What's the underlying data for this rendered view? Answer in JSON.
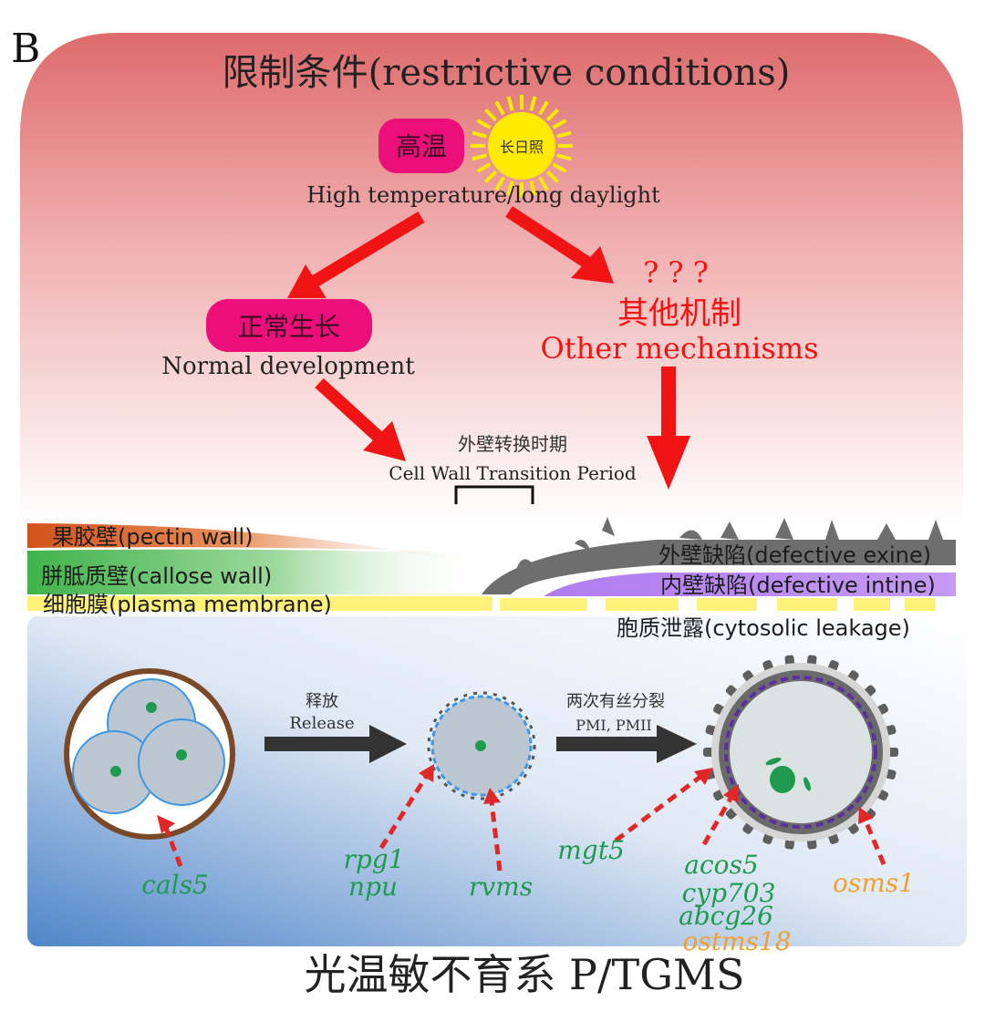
{
  "panel_letter": "B",
  "header": {
    "title": "限制条件(restrictive conditions)"
  },
  "conditions": {
    "high_temp_cn": "高温",
    "long_day_cn": "长日照",
    "label_en": "High temperature/long daylight"
  },
  "normal": {
    "cn": "正常生长",
    "en": "Normal development"
  },
  "other": {
    "qmarks": "? ? ?",
    "cn": "其他机制",
    "en": "Other mechanisms"
  },
  "transition": {
    "cn": "外壁转换时期",
    "en": "Cell Wall Transition Period"
  },
  "layers": {
    "pectin": "果胶壁(pectin wall)",
    "callose": "胼胝质壁(callose wall)",
    "membrane": "细胞膜(plasma membrane)",
    "exine": "外壁缺陷(defective exine)",
    "intine": "内壁缺陷(defective intine)",
    "leakage": "胞质泄露(cytosolic leakage)"
  },
  "stages": {
    "release_cn": "释放",
    "release_en": "Release",
    "mitosis_cn": "两次有丝分裂",
    "mitosis_en": "PMI, PMII"
  },
  "genes": {
    "cals5": "cals5",
    "rpg1": "rpg1",
    "npu": "npu",
    "rvms": "rvms",
    "mgt5": "mgt5",
    "acos5": "acos5",
    "cyp703": "cyp703",
    "abcg26": "abcg26",
    "ostms18": "ostms18",
    "osms1": "osms1"
  },
  "footer": {
    "title": "光温敏不育系 P/TGMS"
  },
  "colors": {
    "arrow_red": "#f01414",
    "badge_pink": "#ec0f7a",
    "sun_yellow": "#ffea00",
    "gene_green": "#1f9a4f",
    "gene_orange": "#f0a030",
    "pectin": "#d2531b",
    "callose": "#3fb34a",
    "membrane": "#fff27a",
    "exine": "#6e6e6e",
    "intine": "#b07cf0"
  }
}
